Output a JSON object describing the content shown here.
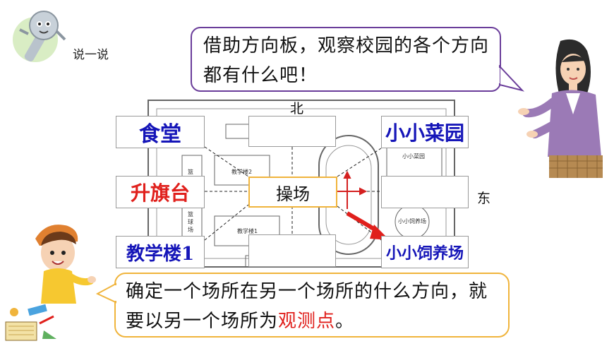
{
  "header": {
    "label": "说一说"
  },
  "teacher_bubble": {
    "text": "借助方向板，观察校园的各个方向都有什么吧！"
  },
  "boy_bubble": {
    "text_before": "确定一个场所在另一个场所的什么方向，就要以另一个场所为",
    "highlight": "观测点",
    "text_after": "。",
    "highlight_color": "#e0201c"
  },
  "compass": {
    "north": "北",
    "east": "东"
  },
  "boxes": {
    "canteen": "食堂",
    "flag_platform": "升旗台",
    "teaching_building1": "教学楼1",
    "playground": "操场",
    "vegetable_garden": "小小菜园",
    "feeding_farm": "小小饲养场",
    "top_center": "",
    "right_middle": "",
    "bottom_center": ""
  },
  "map_labels": {
    "building2": "教学楼2",
    "building1": "教学楼1",
    "garden_small": "小小菜园",
    "farm_small": "小小饲养场",
    "basketball_a": "篮",
    "basketball_b": "篮球场"
  },
  "colors": {
    "blue_label": "#1515b8",
    "red_label": "#e0201c",
    "purple_border": "#6a3d9a",
    "orange_border": "#f0b43c"
  }
}
